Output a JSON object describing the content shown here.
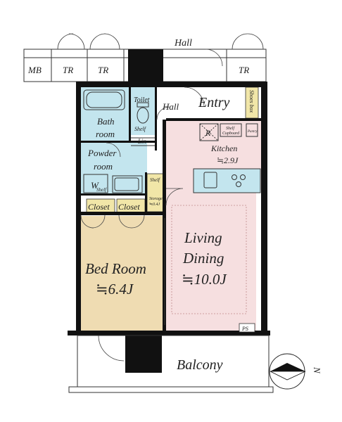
{
  "plan": {
    "labels": {
      "mb": "MB",
      "tr1": "TR",
      "tr2": "TR",
      "tr3": "TR",
      "hall_top": "Hall",
      "hall_inner": "Hall",
      "entry": "Entry",
      "shoes_box": "Shoes box",
      "toilet": "Toilet",
      "bath_room_1": "Bath",
      "bath_room_2": "room",
      "shelf_bath": "Shelf",
      "lin": "Lin",
      "powder_room_1": "Powder",
      "powder_room_2": "room",
      "w": "W",
      "shelf_powder": "Shelf",
      "shelf_storage": "Shelf",
      "storage_1": "Storage",
      "storage_2": "≒0.4J",
      "fridge": "R",
      "shelf_cupboard_1": "Shelf",
      "shelf_cupboard_2": "Cupboard",
      "pantry": "Pantry",
      "kitchen": "Kitchen",
      "kitchen_size": "≒2.9J",
      "closet_1": "Closet",
      "closet_2": "Closet",
      "bedroom_1": "Bed Room",
      "bedroom_2": "≒6.4J",
      "living_1": "Living",
      "living_2": "Dining",
      "living_3": "≒10.0J",
      "ps": "PS",
      "balcony": "Balcony",
      "compass_n": "N"
    },
    "colors": {
      "wall": "#111111",
      "bedroom": "#efdcb2",
      "living": "#f6dfe0",
      "kitchen": "#f6dfe0",
      "wet_area": "#c3e5ee",
      "closet": "#f1e6a8",
      "shoes_box": "#f1e6a8"
    }
  }
}
